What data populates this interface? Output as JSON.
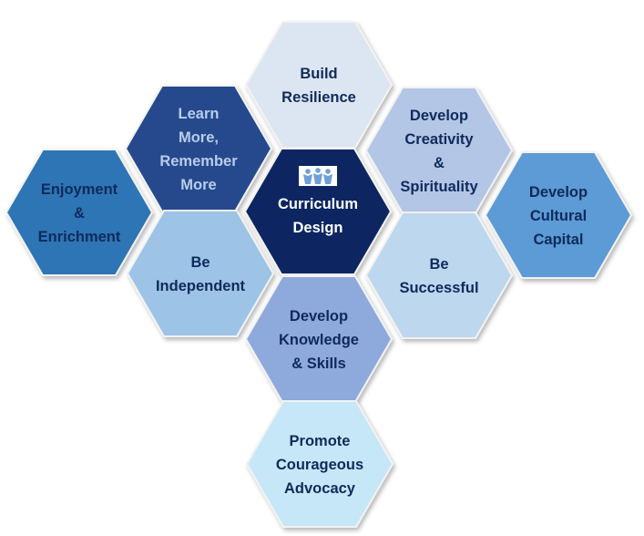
{
  "hexagons": [
    {
      "id": "build-resilience",
      "lines": [
        "Build",
        "Resilience"
      ],
      "fill": "#DCE6F2",
      "text_color": "#0F2A5A"
    },
    {
      "id": "learn-more",
      "lines": [
        "Learn",
        "More,",
        "Remember",
        "More"
      ],
      "fill": "#254A8E",
      "text_color": "#B9CDEA"
    },
    {
      "id": "develop-creativity",
      "lines": [
        "Develop",
        "Creativity",
        "&",
        "Spirituality"
      ],
      "fill": "#B4C6E6",
      "text_color": "#0F2A5A"
    },
    {
      "id": "enjoyment-enrichment",
      "lines": [
        "Enjoyment",
        "&",
        "Enrichment"
      ],
      "fill": "#2E75B6",
      "text_color": "#0F2A5A"
    },
    {
      "id": "curriculum-design",
      "lines": [
        "Curriculum",
        "Design"
      ],
      "fill": "#0B2562",
      "text_color": "#FFFFFF",
      "has_icon": true
    },
    {
      "id": "develop-cultural-capital",
      "lines": [
        "Develop",
        "Cultural",
        "Capital"
      ],
      "fill": "#5B9BD5",
      "text_color": "#0F2A5A"
    },
    {
      "id": "be-independent",
      "lines": [
        "Be",
        "Independent"
      ],
      "fill": "#9DC3E6",
      "text_color": "#0F2A5A"
    },
    {
      "id": "be-successful",
      "lines": [
        "Be",
        "Successful"
      ],
      "fill": "#BDD7EE",
      "text_color": "#0F2A5A"
    },
    {
      "id": "develop-knowledge",
      "lines": [
        "Develop",
        "Knowledge",
        "& Skills"
      ],
      "fill": "#8EA9DB",
      "text_color": "#0F2A5A"
    },
    {
      "id": "promote-advocacy",
      "lines": [
        "Promote",
        "Courageous",
        "Advocacy"
      ],
      "fill": "#C6E7F8",
      "text_color": "#0F2A5A"
    }
  ],
  "center_icon": {
    "name": "people-icon",
    "fill": "#FFFFFF",
    "figure_color": "#6F9FD8"
  },
  "colors": {
    "hex_border": "#F2F2F2"
  }
}
